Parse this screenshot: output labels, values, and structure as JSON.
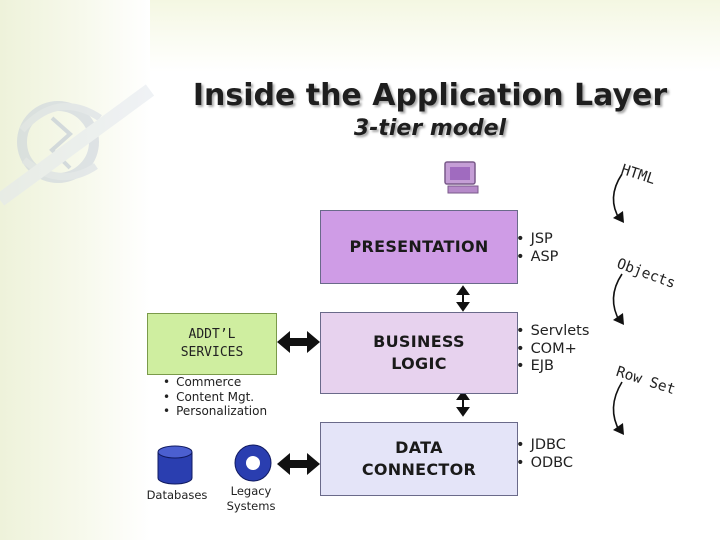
{
  "title": "Inside the Application Layer",
  "subtitle": "3-tier model",
  "tiers": {
    "presentation": "PRESENTATION",
    "business": "BUSINESS\nLOGIC",
    "data": "DATA\nCONNECTOR"
  },
  "tech": {
    "presentation": [
      "JSP",
      "ASP"
    ],
    "business": [
      "Servlets",
      "COM+",
      "EJB"
    ],
    "data": [
      "JDBC",
      "ODBC"
    ]
  },
  "addtl_services": {
    "label": "ADDT’L\nSERVICES",
    "items": [
      "Commerce",
      "Content Mgt.",
      "Personalization"
    ]
  },
  "sources": {
    "databases": "Databases",
    "legacy": "Legacy\nSystems"
  },
  "flows": {
    "html": "HTML",
    "objects": "Objects",
    "rowset": "Row Set"
  },
  "colors": {
    "presentation": "#cf9ce6",
    "business": "#e7d2ee",
    "data": "#e4e4f8",
    "addtl": "#cfeea0",
    "icon_blue": "#2a3eb0"
  }
}
